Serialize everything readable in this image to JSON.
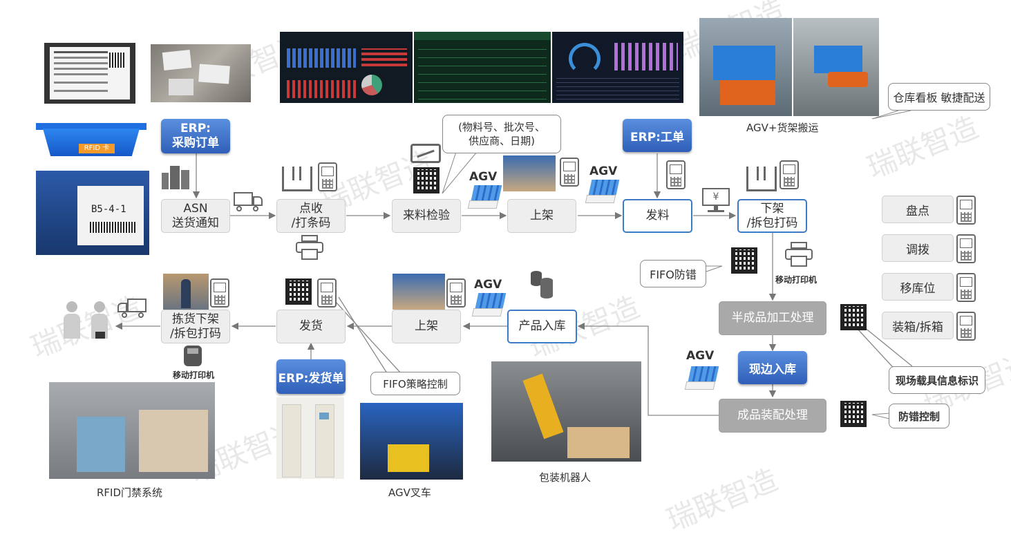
{
  "watermark": "瑞联智造",
  "nodes": {
    "asn": "ASN\n送货通知",
    "receive": "点收\n/打条码",
    "inspect": "来料检验",
    "shelf1": "上架",
    "issue": "发料",
    "pick": "下架\n/拆包打码",
    "semi": "半成品加工处理",
    "onsite": "现边入库",
    "assembly": "成品装配处理",
    "product_in": "产品入库",
    "shelf2": "上架",
    "ship": "发货",
    "pick_out": "拣货下架\n/拆包打码"
  },
  "erp": {
    "po": "ERP:\n采购订单",
    "wo": "ERP:工单",
    "so": "ERP:发货单"
  },
  "side_ops": [
    "盘点",
    "调拨",
    "移库位",
    "装箱/拆箱"
  ],
  "callouts": {
    "inspect_info": "(物料号、批次号、\n供应商、日期)",
    "kanban": "仓库看板 敏捷配送",
    "fifo_prevent": "FIFO防错",
    "fifo_policy": "FIFO策略控制",
    "onsite_id": "现场载具信息标识",
    "error_proof": "防错控制"
  },
  "agv_label": "AGV",
  "captions": {
    "agv_shelf": "AGV+货架搬运",
    "mobile_printer": "移动打印机",
    "rfid_gate": "RFID门禁系统",
    "agv_forklift": "AGV叉车",
    "packing_robot": "包装机器人",
    "rfid_card": "RFID 卡",
    "bin_label": "B5-4-1"
  },
  "colors": {
    "accent_blue": "#3d7cc4",
    "erp_blue": "#2f5fb8",
    "node_gray": "#eeeeee",
    "dark_gray": "#a9a9a9"
  }
}
